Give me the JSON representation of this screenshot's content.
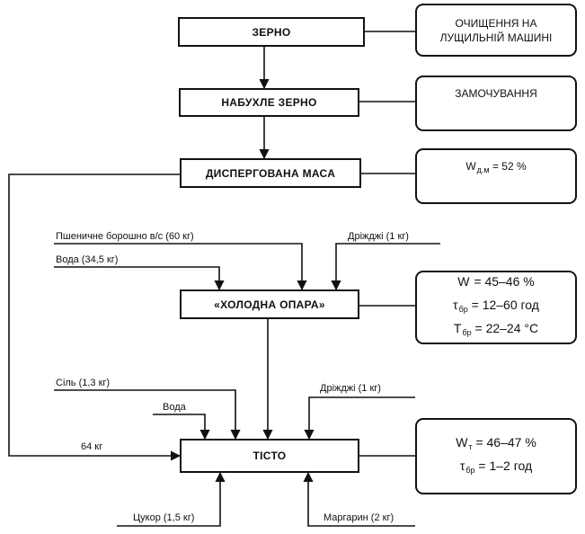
{
  "steps": {
    "grain": "ЗЕРНО",
    "swollen": "НАБУХЛЕ ЗЕРНО",
    "dispersed": "ДИСПЕРГОВАНА МАСА",
    "cold_sponge": "«ХОЛОДНА ОПАРА»",
    "dough": "ТІСТО"
  },
  "notes": {
    "cleaning": [
      "ОЧИЩЕННЯ НА",
      "ЛУЩИЛЬНІЙ МАШИНІ"
    ],
    "soaking": "ЗАМОЧУВАННЯ",
    "dispersed_moisture": {
      "symbol": "W",
      "subscript": "д.м",
      "value": "= 52 %"
    },
    "sponge_params": [
      {
        "symbol": "W",
        "subscript": "",
        "value": "= 45–46 %"
      },
      {
        "symbol": "τ",
        "subscript": "бр",
        "value": "= 12–60 год"
      },
      {
        "symbol": "T",
        "subscript": "бр",
        "value": "= 22–24 °C"
      }
    ],
    "dough_params": [
      {
        "symbol": "W",
        "subscript": "т",
        "value": "= 46–47 %"
      },
      {
        "symbol": "τ",
        "subscript": "бр",
        "value": "= 1–2 год"
      }
    ]
  },
  "inputs": {
    "flour": "Пшеничне борошно в/с (60 кг)",
    "water_sponge": "Вода (34,5 кг)",
    "yeast_sponge": "Дріжджі (1 кг)",
    "salt": "Сіль (1,3 кг)",
    "water_dough": "Вода",
    "yeast_dough": "Дріжджі (1 кг)",
    "dispersed_mass_amount": "64 кг",
    "sugar": "Цукор (1,5 кг)",
    "margarine": "Маргарин (2 кг)"
  }
}
